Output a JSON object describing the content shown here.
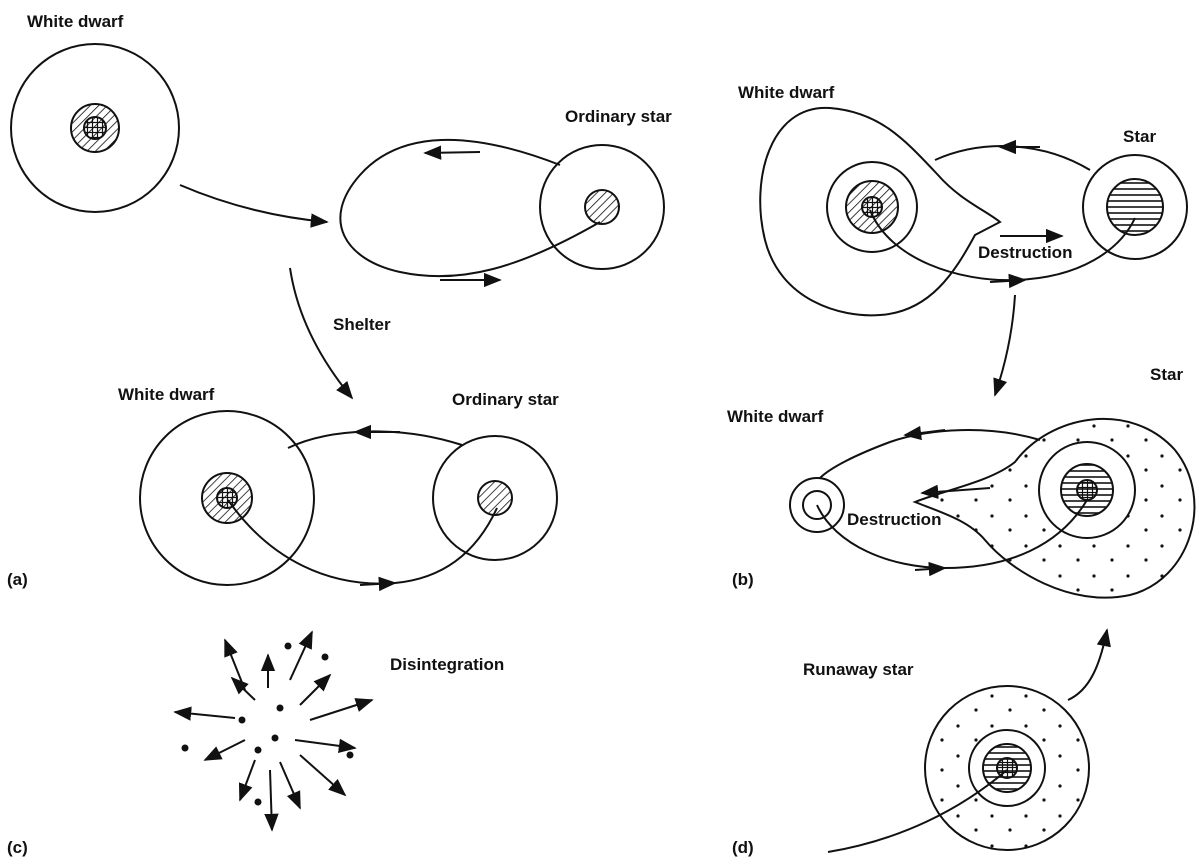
{
  "labels": {
    "white_dwarf_a_top": "White dwarf",
    "ordinary_star_a_top": "Ordinary star",
    "shelter": "Shelter",
    "white_dwarf_a_bottom": "White dwarf",
    "ordinary_star_a_bottom": "Ordinary star",
    "white_dwarf_b_top": "White dwarf",
    "star_b_top": "Star",
    "destruction_b_top": "Destruction",
    "white_dwarf_b_bottom": "White dwarf",
    "star_b_bottom": "Star",
    "destruction_b_bottom": "Destruction",
    "disintegration": "Disintegration",
    "runaway_star": "Runaway star"
  },
  "panels": {
    "a": "(a)",
    "b": "(b)",
    "c": "(c)",
    "d": "(d)"
  },
  "colors": {
    "ink": "#111111",
    "background": "#ffffff"
  }
}
